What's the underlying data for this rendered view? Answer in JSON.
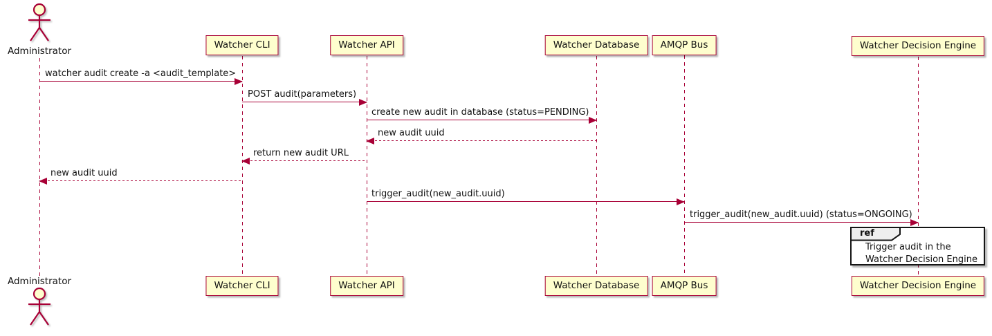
{
  "diagram_type": "uml-sequence",
  "colors": {
    "participant_fill": "#FEFECE",
    "participant_border": "#A80036",
    "line": "#A80036",
    "text": "#111111",
    "ref_border": "#141414",
    "ref_fill": "#FFFFFF",
    "ref_tab_fill": "#EEEEEE",
    "background": "#FFFFFF"
  },
  "participants": [
    {
      "label": "Administrator",
      "type": "actor"
    },
    {
      "label": "Watcher CLI",
      "type": "participant"
    },
    {
      "label": "Watcher API",
      "type": "participant"
    },
    {
      "label": "Watcher Database",
      "type": "participant"
    },
    {
      "label": "AMQP Bus",
      "type": "participant"
    },
    {
      "label": "Watcher Decision Engine",
      "type": "participant"
    }
  ],
  "messages": [
    {
      "label": "watcher audit create -a <audit_template>",
      "from": "Administrator",
      "to": "Watcher CLI",
      "line": "solid",
      "direction": "right"
    },
    {
      "label": "POST audit(parameters)",
      "from": "Watcher CLI",
      "to": "Watcher API",
      "line": "solid",
      "direction": "right"
    },
    {
      "label": "create new audit in database (status=PENDING)",
      "from": "Watcher API",
      "to": "Watcher Database",
      "line": "solid",
      "direction": "right"
    },
    {
      "label": "new audit uuid",
      "from": "Watcher Database",
      "to": "Watcher API",
      "line": "dashed",
      "direction": "left"
    },
    {
      "label": "return new audit URL",
      "from": "Watcher API",
      "to": "Watcher CLI",
      "line": "dashed",
      "direction": "left"
    },
    {
      "label": "new audit uuid",
      "from": "Watcher CLI",
      "to": "Administrator",
      "line": "dashed",
      "direction": "left"
    },
    {
      "label": "trigger_audit(new_audit.uuid)",
      "from": "Watcher API",
      "to": "AMQP Bus",
      "line": "solid",
      "direction": "right"
    },
    {
      "label": "trigger_audit(new_audit.uuid) (status=ONGOING)",
      "from": "AMQP Bus",
      "to": "Watcher Decision Engine",
      "line": "solid",
      "direction": "right"
    }
  ],
  "ref": {
    "keyword": "ref",
    "line1": "Trigger audit in the",
    "line2": "Watcher Decision Engine",
    "over": "Watcher Decision Engine"
  }
}
